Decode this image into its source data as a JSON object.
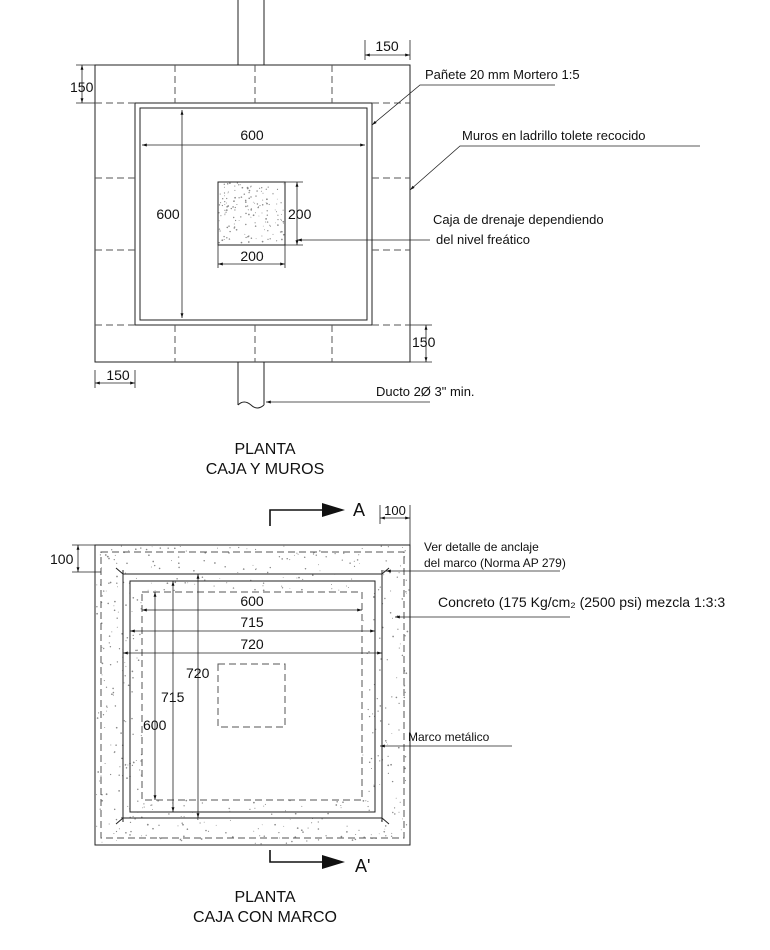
{
  "plan_walls": {
    "title_line1": "PLANTA",
    "title_line2": "CAJA Y MUROS",
    "dims": {
      "top_right": "150",
      "top_left": "150",
      "bottom_right": "150",
      "bottom_left": "150",
      "inner_width": "600",
      "inner_height": "600",
      "drain_height": "200",
      "drain_width": "200"
    },
    "labels": {
      "plaster": "Pañete 20 mm Mortero 1:5",
      "walls": "Muros en ladrillo tolete recocido",
      "drain_line1": "Caja de drenaje dependiendo",
      "drain_line2": "del nivel freático",
      "duct": "Ducto 2Ø 3\" min."
    }
  },
  "section_marks": {
    "top": "A",
    "bottom": "A'",
    "offset_dim": "100"
  },
  "plan_frame": {
    "title_line1": "PLANTA",
    "title_line2": "CAJA CON MARCO",
    "dims": {
      "left_offset": "100",
      "h_600": "600",
      "h_715": "715",
      "h_720": "720",
      "v_720": "720",
      "v_715": "715",
      "v_600": "600"
    },
    "labels": {
      "anchor_line1": "Ver detalle de anclaje",
      "anchor_line2": "del marco (Norma AP 279)",
      "concrete": "Concreto (175 Kg/cm₂ (2500 psi) mezcla 1:3:3",
      "frame": "Marco metálico"
    }
  }
}
